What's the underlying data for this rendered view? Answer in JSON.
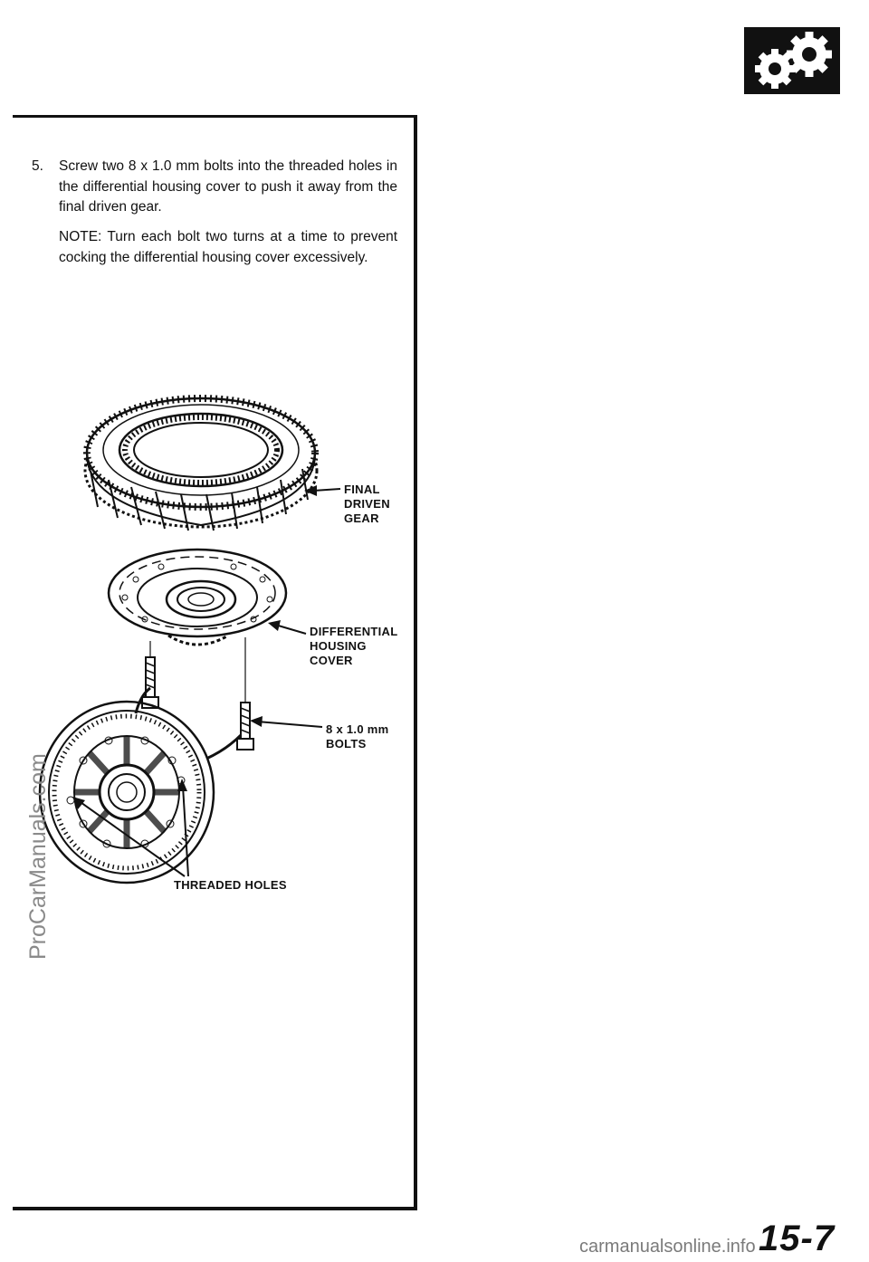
{
  "step": {
    "number": "5.",
    "text": "Screw two 8 x 1.0 mm bolts into the threaded holes in the differential housing cover to push it away from the final driven gear.",
    "note": "NOTE: Turn each bolt two turns at a time to prevent cocking the differential housing cover excessively."
  },
  "callouts": {
    "final_driven_gear": "FINAL\nDRIVEN\nGEAR",
    "differential_housing_cover": "DIFFERENTIAL\nHOUSING\nCOVER",
    "bolts": "8 x 1.0 mm\nBOLTS",
    "threaded_holes": "THREADED HOLES"
  },
  "section_icon": "gears-icon",
  "watermark": "ProCarManuals.com",
  "page_number": "15-7",
  "footer_site": "carmanualsonline.info"
}
